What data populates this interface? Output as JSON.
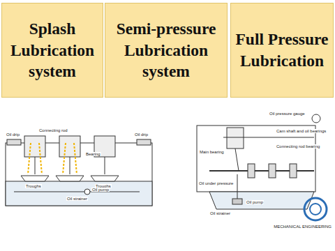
{
  "diagram": {
    "nodes": [
      {
        "text": [
          "Splash Lubrication system"
        ]
      },
      {
        "text": [
          "Semi-pressure Lubrication system"
        ]
      },
      {
        "text": [
          "Full Pressure Lubrication"
        ]
      }
    ],
    "edges": [],
    "labels": [
      "Oil drip",
      "Connecting rod",
      "Oil drip",
      "Bearing",
      "Troughs",
      "Troughs",
      "Oil pump",
      "Oil strainer",
      "Oil pressure gauge",
      "Cam shaft and oil bearings",
      "Connecting rod bearing",
      "Main bearing",
      "Oil under pressure",
      "Oil pump",
      "Oil strainer",
      "MECHANICAL ENGINEERING"
    ]
  }
}
